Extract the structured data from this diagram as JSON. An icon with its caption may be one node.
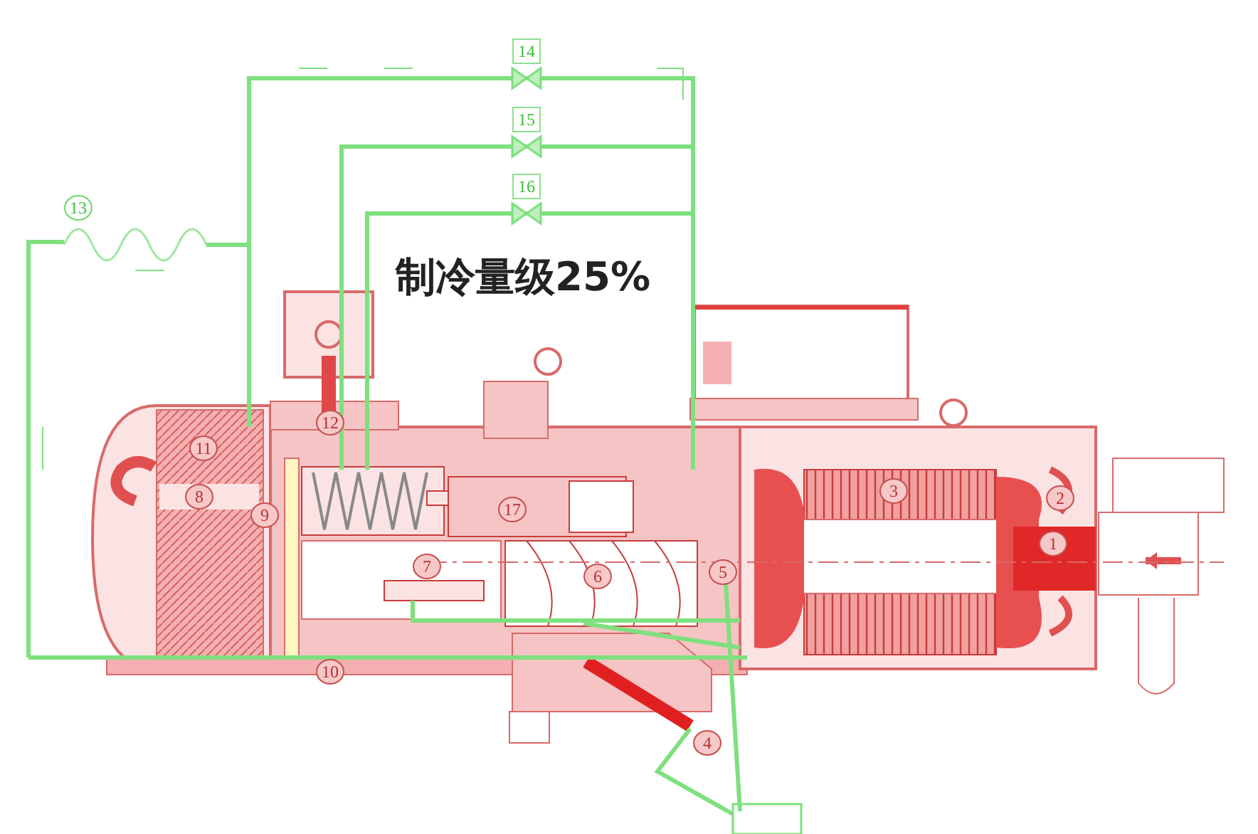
{
  "diagram": {
    "title": "制冷量级25%",
    "labels": [
      "14",
      "15",
      "16",
      "13",
      "12",
      "11",
      "3",
      "2",
      "8",
      "9",
      "17",
      "1",
      "7",
      "6",
      "5",
      "10",
      "4"
    ]
  }
}
